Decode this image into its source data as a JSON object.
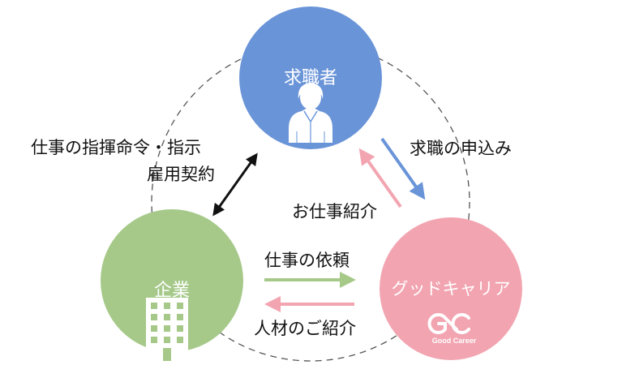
{
  "nodes": {
    "job_seeker": {
      "label": "求職者",
      "icon": "person-icon",
      "color": "#6a94d8"
    },
    "company": {
      "label": "企業",
      "icon": "building-icon",
      "color": "#a6c98a"
    },
    "agency": {
      "label": "グッドキャリア",
      "logo_text": "Good Career",
      "color": "#f2a5b1"
    }
  },
  "edges": {
    "command": {
      "line1": "仕事の指揮命令・指示",
      "line2": "雇用契約",
      "color": "#111111"
    },
    "apply": {
      "label": "求職の申込み",
      "color": "#6a94d8"
    },
    "introduce_job": {
      "label": "お仕事紹介",
      "color": "#f2a5b1"
    },
    "request_job": {
      "label": "仕事の依頼",
      "color": "#a6c98a"
    },
    "introduce_talent": {
      "label": "人材のご紹介",
      "color": "#f2a5b1"
    }
  }
}
